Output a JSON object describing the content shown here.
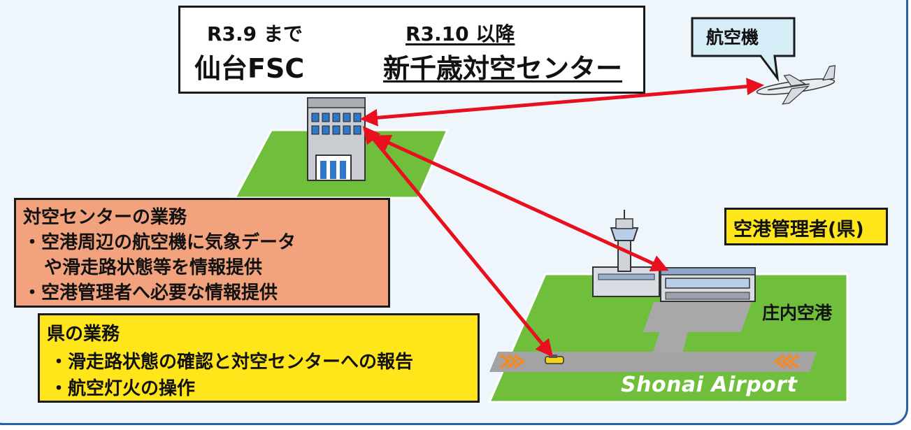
{
  "title": {
    "before_period": "R3.9 まで",
    "before_name": "仙台FSC",
    "after_period": "R3.10 以降",
    "after_name": "新千歳対空センター"
  },
  "aircraft": {
    "label": "航空機"
  },
  "center_duties": {
    "heading": "対空センターの業務",
    "items": [
      "・空港周辺の航空機に気象データ",
      "や滑走路状態等を情報提供",
      "・空港管理者へ必要な情報提供"
    ]
  },
  "prefecture_duties": {
    "heading": "県の業務",
    "items": [
      "・滑走路状態の確認と対空センターへの報告",
      "・航空灯火の操作"
    ]
  },
  "airport_admin": {
    "label": "空港管理者(県)"
  },
  "airport": {
    "name_jp": "庄内空港",
    "name_en": "Shonai Airport"
  },
  "colors": {
    "frame_border": "#2e5f9e",
    "background": "#eef6fb",
    "arrow_red": "#e8101e",
    "transition_arrow": "#ee2f7a",
    "grass_green": "#6fbf3d",
    "orange_box": "#f2a27c",
    "yellow_box": "#ffe61a",
    "callout_blue": "#d6ecf7"
  }
}
